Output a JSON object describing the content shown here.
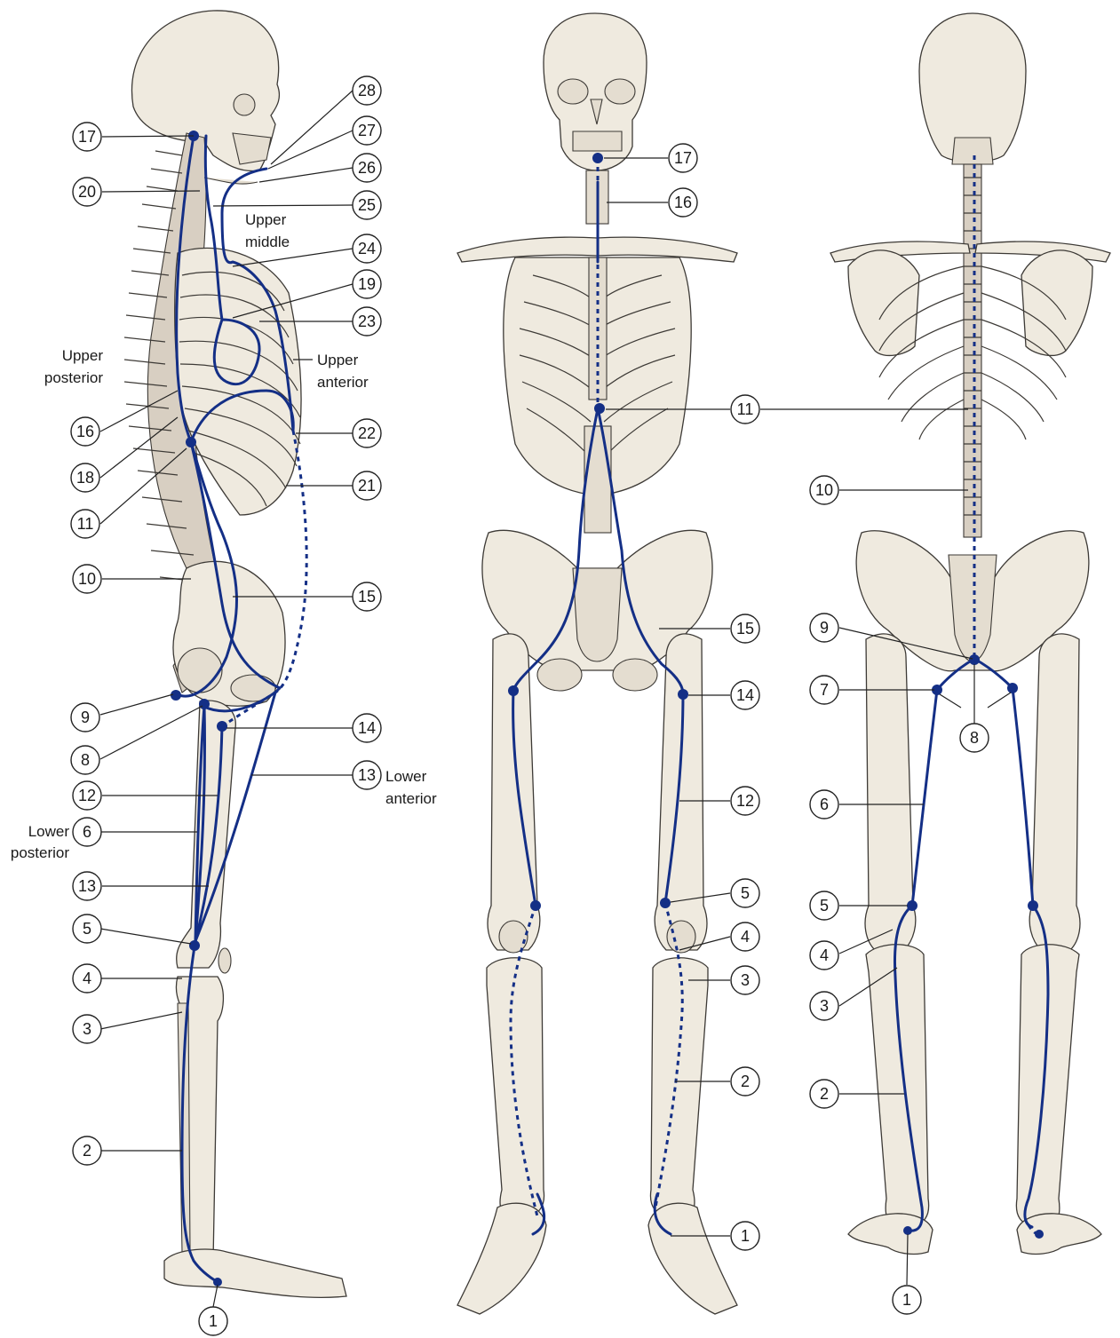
{
  "figures": {
    "lateral": {
      "labels": [
        "17",
        "20",
        "16",
        "18",
        "11",
        "10",
        "9",
        "8",
        "12",
        "6",
        "13",
        "5",
        "4",
        "3",
        "2",
        "1",
        "28",
        "27",
        "26",
        "25",
        "24",
        "19",
        "23",
        "22",
        "21",
        "15",
        "14",
        "13"
      ],
      "text": {
        "upper_middle": [
          "Upper",
          "middle"
        ],
        "upper_posterior": [
          "Upper",
          "posterior"
        ],
        "upper_anterior": [
          "Upper",
          "anterior"
        ],
        "lower_anterior": [
          "Lower",
          "anterior"
        ],
        "lower_posterior": [
          "Lower",
          "posterior"
        ]
      }
    },
    "anterior": {
      "labels": [
        "17",
        "16",
        "11",
        "15",
        "14",
        "12",
        "5",
        "4",
        "3",
        "2",
        "1"
      ]
    },
    "posterior": {
      "labels": [
        "11",
        "10",
        "9",
        "7",
        "8",
        "6",
        "5",
        "4",
        "3",
        "2",
        "1"
      ]
    }
  },
  "colors": {
    "line": "#142f86",
    "bone": "#efeadf",
    "outline": "#3d3a36"
  }
}
